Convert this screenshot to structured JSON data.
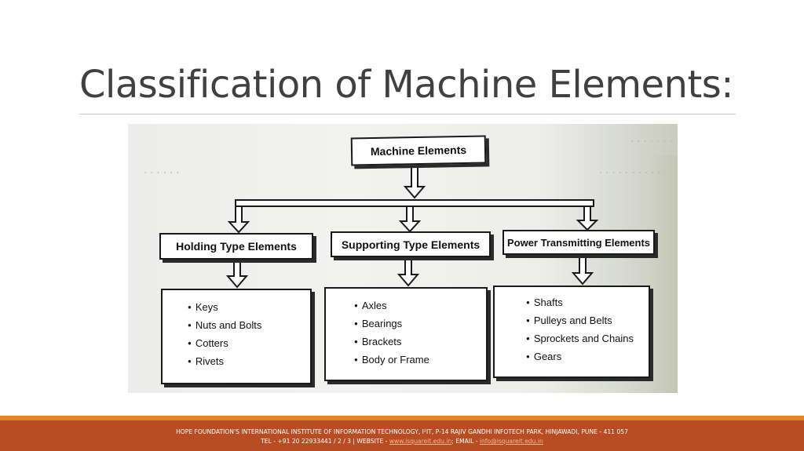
{
  "slide": {
    "title": "Classification of Machine Elements:"
  },
  "diagram": {
    "root": "Machine Elements",
    "categories": [
      {
        "label": "Holding Type Elements",
        "items": [
          "Keys",
          "Nuts and Bolts",
          "Cotters",
          "Rivets"
        ]
      },
      {
        "label": "Supporting Type Elements",
        "items": [
          "Axles",
          "Bearings",
          "Brackets",
          "Body or Frame"
        ]
      },
      {
        "label": "Power Transmitting Elements",
        "items": [
          "Shafts",
          "Pulleys and Belts",
          "Sprockets and Chains",
          "Gears"
        ]
      }
    ]
  },
  "footer": {
    "line1": "HOPE FOUNDATION'S INTERNATIONAL INSTITUTE OF INFORMATION TECHNOLOGY, I²IT, P-14 RAJIV GANDHI INFOTECH PARK, HINJAWADI, PUNE - 411 057",
    "tel": "TEL - +91 20 22933441 / 2 / 3  |  WEBSITE - ",
    "website": "www.isquareit.edu.in",
    "email_prefix": "; EMAIL - ",
    "email": "info@isquareit.edu.in"
  },
  "colors": {
    "footer_bg": "#b84d24",
    "footer_stripe": "#e8861c",
    "title_text": "#404040"
  }
}
